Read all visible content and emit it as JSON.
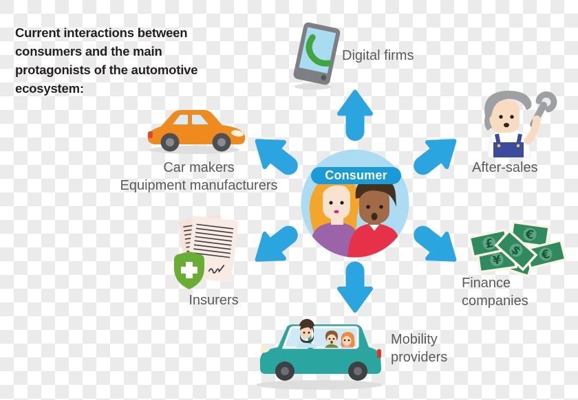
{
  "title": "Current interactions between\nconsumers and the main\nprotagonists of the automotive\necosystem:",
  "center": {
    "label": "Consumer",
    "icon": "consumer-couple-icon"
  },
  "nodes": {
    "digital_firms": {
      "label": "Digital firms",
      "icon": "smartphone-icon"
    },
    "after_sales": {
      "label": "After-sales",
      "icon": "mechanic-with-wrench-icon"
    },
    "finance": {
      "label": "Finance companies",
      "icon": "banknotes-icon"
    },
    "mobility": {
      "label": "Mobility providers",
      "icon": "shared-van-icon"
    },
    "insurers": {
      "label": "Insurers",
      "icon": "policy-document-shield-icon"
    },
    "car_makers": {
      "label": "Car makers\nEquipment manufacturers",
      "icon": "car-icon"
    }
  },
  "finance_symbols": [
    "€",
    "¥",
    "€",
    "€",
    "£",
    "$"
  ],
  "colors": {
    "title_color": "#231f20",
    "label_color": "#58595b",
    "arrow_blue": "#2aa5df",
    "pill_blue": "#189bd7",
    "circle_blue": "#abdcf4",
    "car_orange": "#ef8a1f",
    "van_teal": "#2ba5a0",
    "shield_green": "#67ae33",
    "banknote_green": "#2e8b5f",
    "paper_pink": "#f6e2d9",
    "phone_gray": "#7d7f83",
    "phone_screen_blue": "#a9dcf0",
    "handset_green": "#3fa53c",
    "overalls_blue": "#3d4b9e",
    "hair_gray": "#9ea0a3"
  }
}
